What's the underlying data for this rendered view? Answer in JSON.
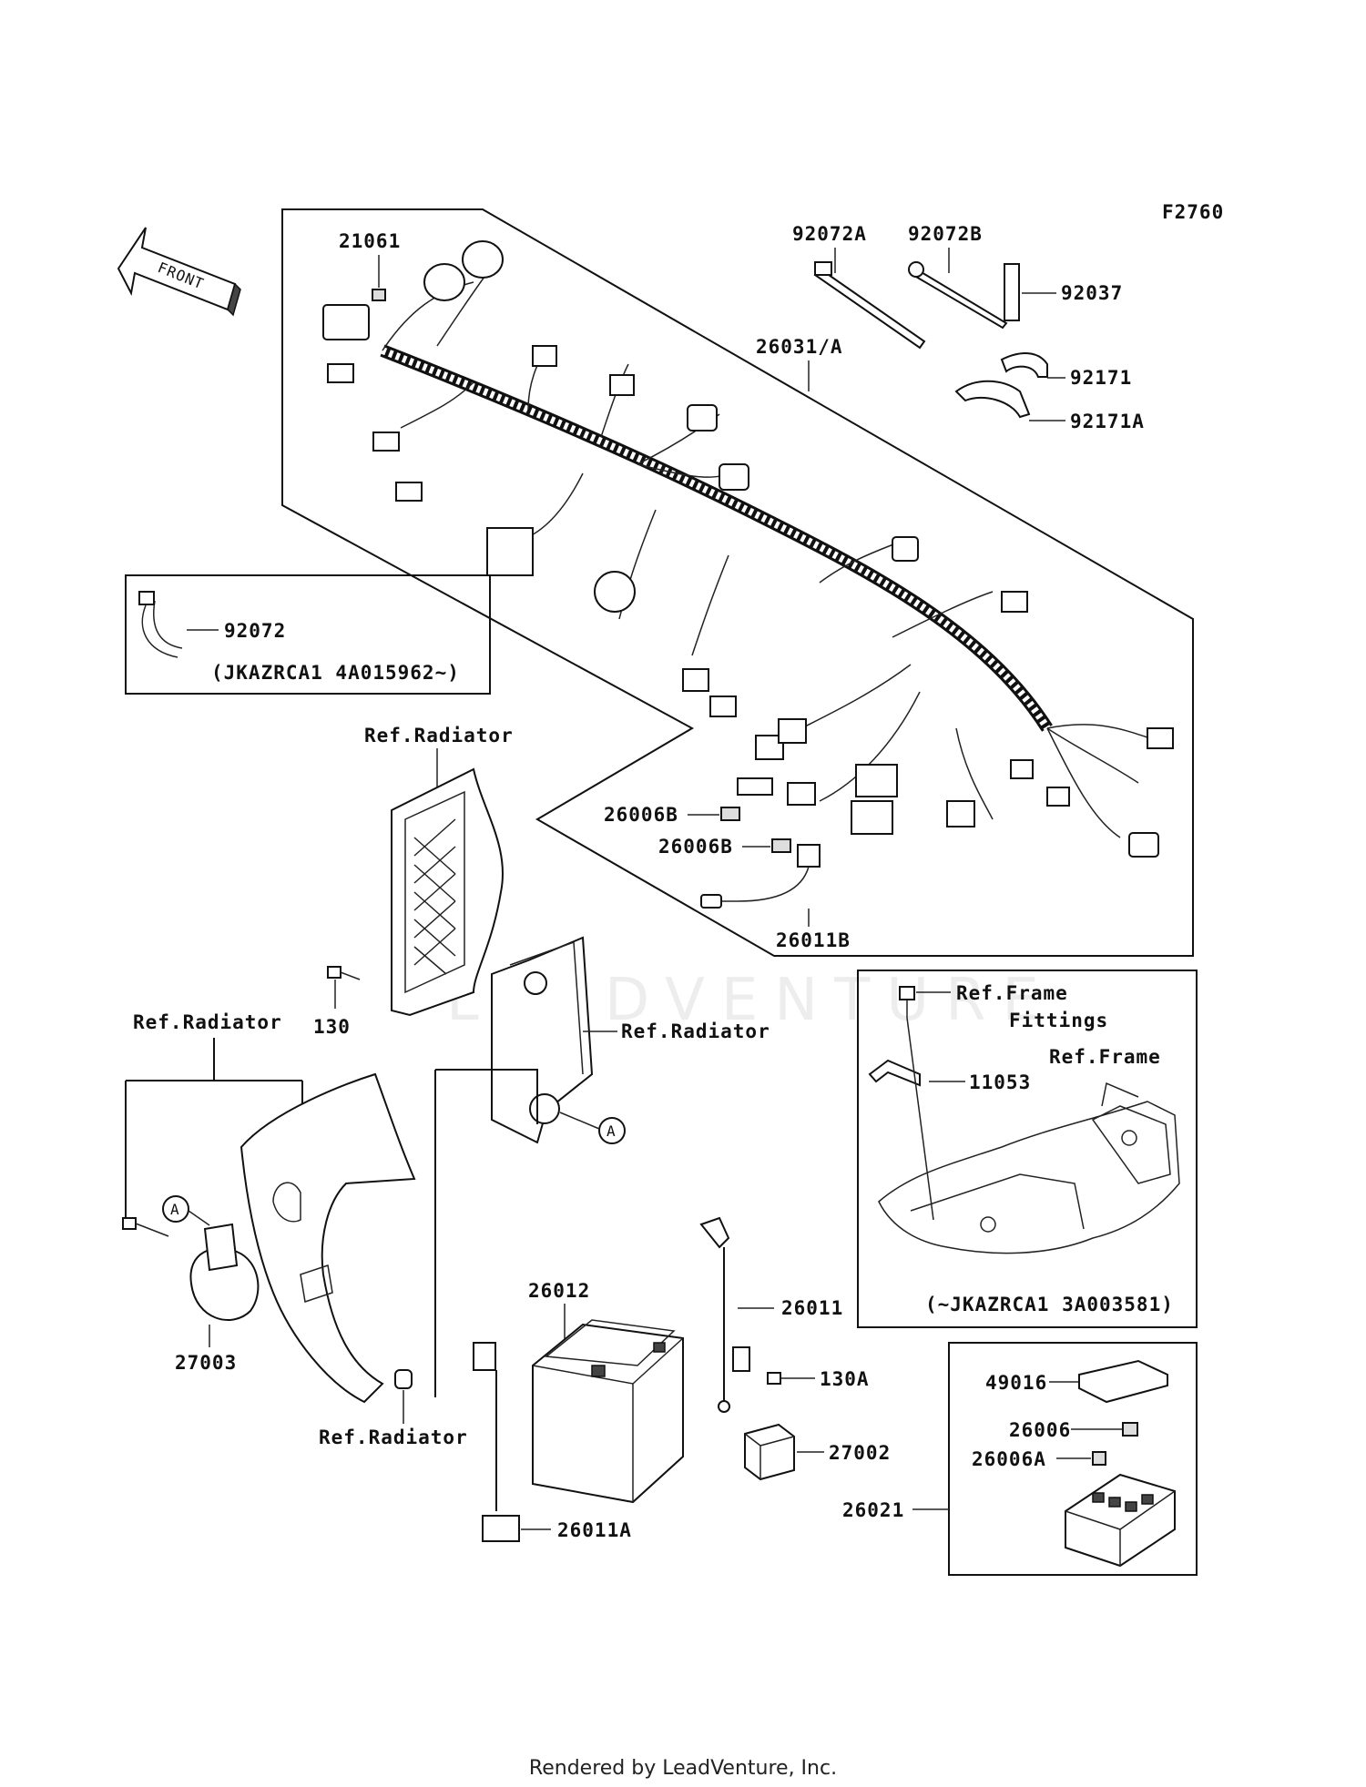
{
  "figure_code": "F2760",
  "front_label": "FRONT",
  "watermark": "LEADVENTURE",
  "footer_text": "Rendered by LeadVenture, Inc.",
  "serial_notes": {
    "tie_from": "(JKAZRCA1 4A015962~)",
    "frame_until": "(~JKAZRCA1 3A003581)"
  },
  "callout_marker": "A",
  "part_labels": {
    "p21061": "21061",
    "p92072A": "92072A",
    "p92072B": "92072B",
    "p92037": "92037",
    "p26031A": "26031/A",
    "p92171": "92171",
    "p92171A": "92171A",
    "p92072": "92072",
    "p26006B_1": "26006B",
    "p26006B_2": "26006B",
    "p26011B": "26011B",
    "p130": "130",
    "p11053": "11053",
    "p26011": "26011",
    "p26012": "26012",
    "p130A": "130A",
    "p27002": "27002",
    "p27003": "27003",
    "p26011A": "26011A",
    "p49016": "49016",
    "p26006": "26006",
    "p26006A": "26006A",
    "p26021": "26021"
  },
  "reference_labels": {
    "ref_radiator_top": "Ref.Radiator",
    "ref_radiator_left": "Ref.Radiator",
    "ref_radiator_right": "Ref.Radiator",
    "ref_radiator_bottom": "Ref.Radiator",
    "ref_frame_fittings_1": "Ref.Frame",
    "ref_frame_fittings_2": "Fittings",
    "ref_frame": "Ref.Frame"
  }
}
